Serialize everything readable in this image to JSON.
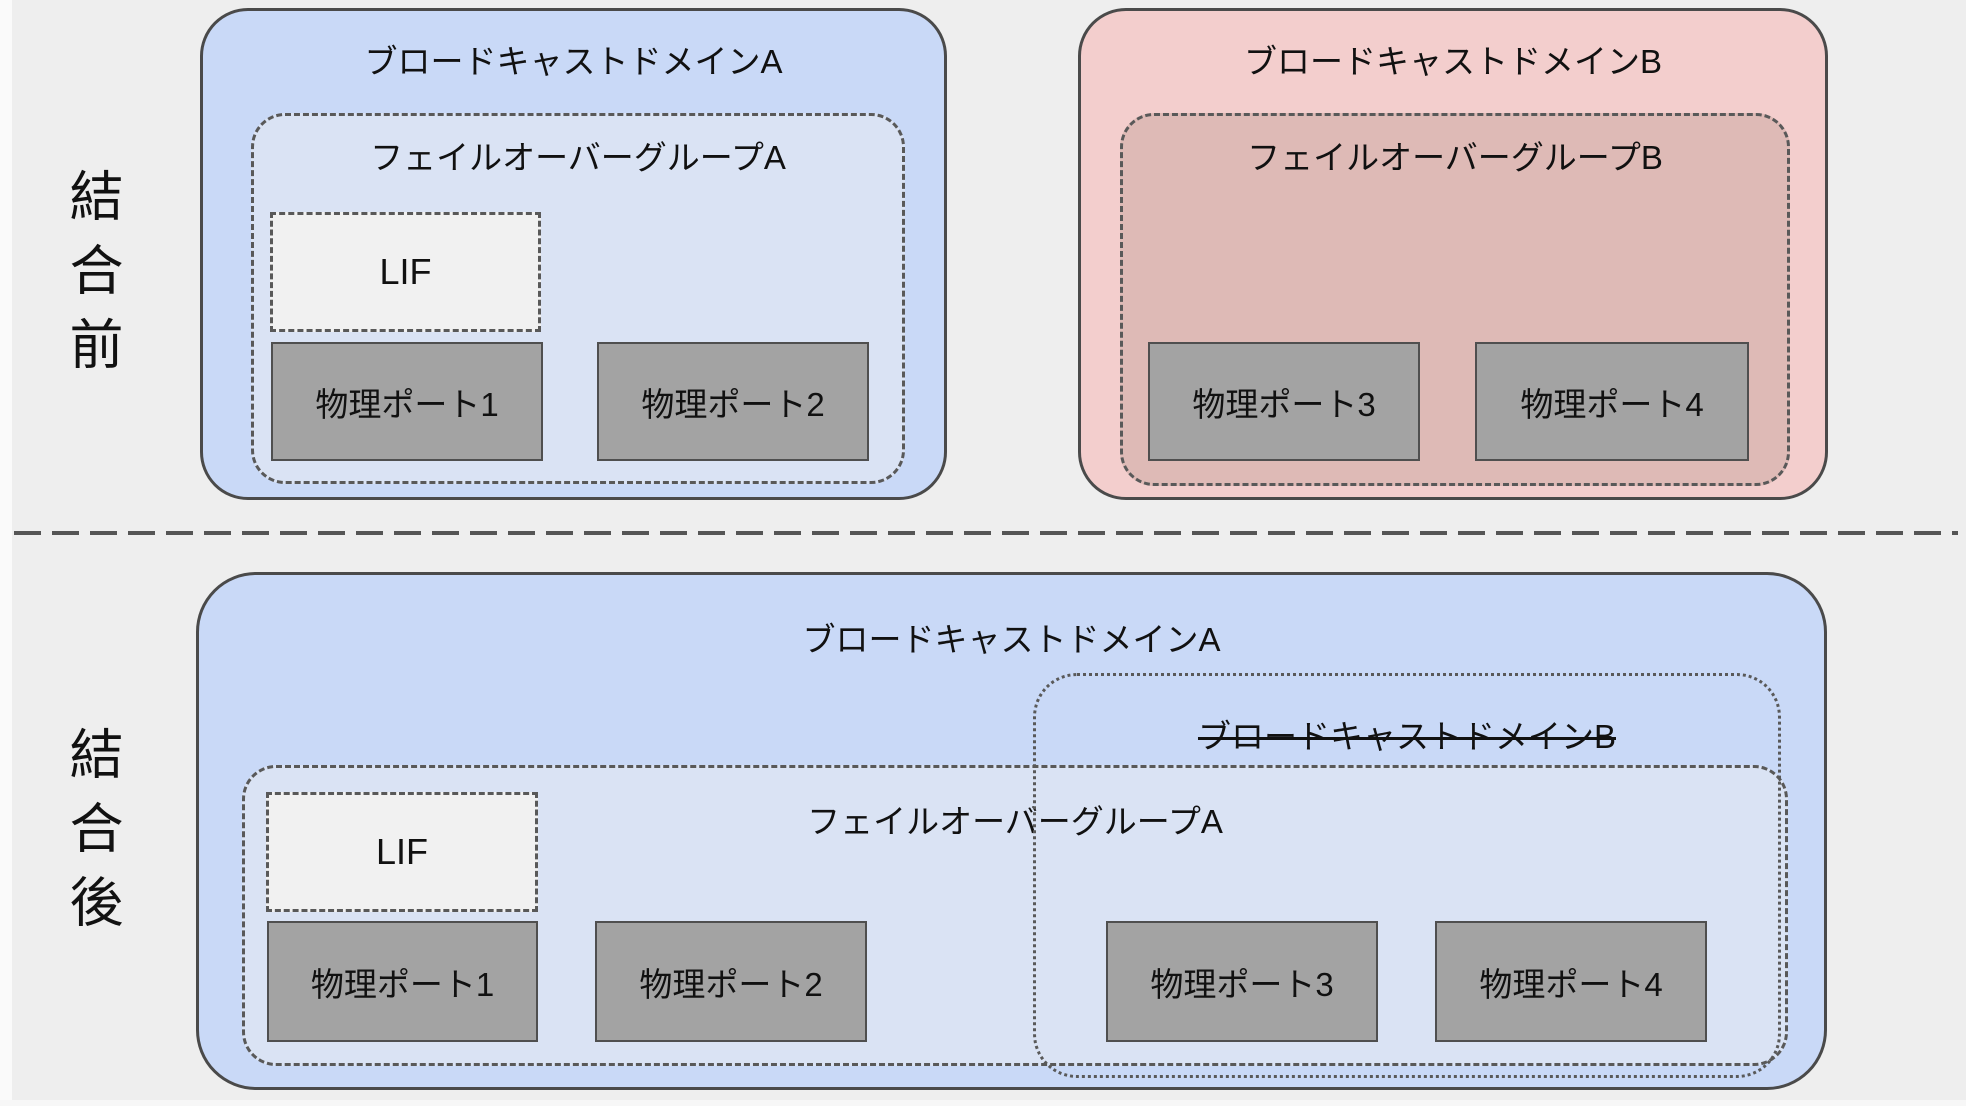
{
  "before": {
    "label": "結合前",
    "domain_a_title": "ブロードキャストドメインA",
    "failover_a_title": "フェイルオーバーグループA",
    "lif": "LIF",
    "port1": "物理ポート1",
    "port2": "物理ポート2",
    "domain_b_title": "ブロードキャストドメインB",
    "failover_b_title": "フェイルオーバーグループB",
    "port3": "物理ポート3",
    "port4": "物理ポート4"
  },
  "after": {
    "label": "結合後",
    "domain_a_title": "ブロードキャストドメインA",
    "domain_b_title_removed": "ブロードキャストドメインB",
    "failover_a_title": "フェイルオーバーグループA",
    "lif": "LIF",
    "port1": "物理ポート1",
    "port2": "物理ポート2",
    "port3": "物理ポート3",
    "port4": "物理ポート4"
  },
  "colors": {
    "background": "#eeeeee",
    "domain_a_fill": "#c9d9f7",
    "failover_a_fill": "#dae3f4",
    "domain_b_fill": "#f3cecd",
    "failover_b_fill": "#debab6",
    "port_fill": "#a3a3a3",
    "port_border": "#4f4f4f",
    "lif_fill": "#f1f1f1",
    "solid_border": "#4a4a4a",
    "dashed_border": "#595959",
    "divider": "#555555",
    "text": "#111111"
  }
}
